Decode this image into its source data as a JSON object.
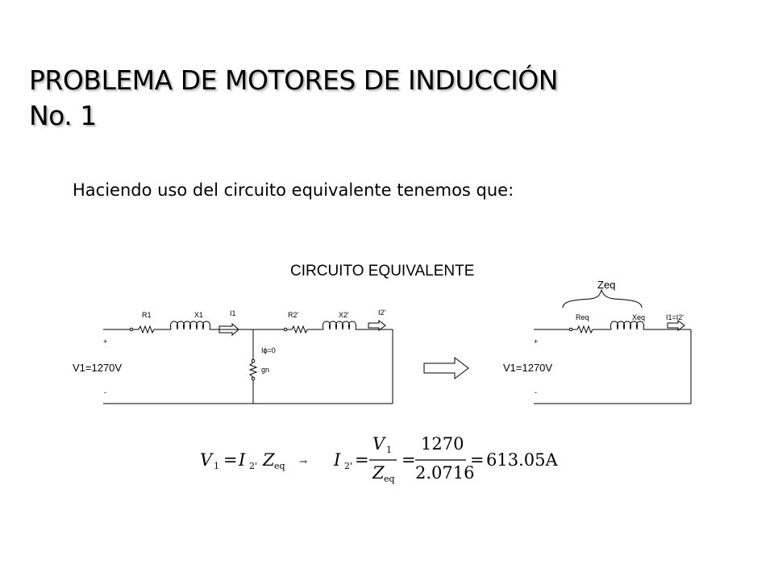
{
  "slide": {
    "title_line1": "PROBLEMA DE MOTORES DE INDUCCIÓN",
    "title_line2": "No. 1",
    "subtitle": "Haciendo uso del circuito equivalente tenemos que:",
    "diagram_heading": "CIRCUITO EQUIVALENTE"
  },
  "circuit_left": {
    "r1": "R1",
    "x1": "X1",
    "i1": "I1",
    "r2": "R2'",
    "x2": "X2'",
    "i2": "I2'",
    "iphi": "Iϕ=0",
    "gn": "gn",
    "plus": "+",
    "minus": "-",
    "source": "V1=1270V"
  },
  "circuit_right": {
    "zeq": "Zeq",
    "req": "Req",
    "xeq": "Xeq",
    "current": "I1=I2'",
    "plus": "+",
    "minus": "-",
    "source": "V1=1270V"
  },
  "equation": {
    "v": "V",
    "sub1": "1",
    "eq": "=",
    "i": "I",
    "sub2": "2'",
    "z": "Z",
    "zsub": "eq",
    "arrow": "→",
    "num_v": "V",
    "numerator": "1270",
    "denominator": "2.0716",
    "result": "613.05A"
  }
}
